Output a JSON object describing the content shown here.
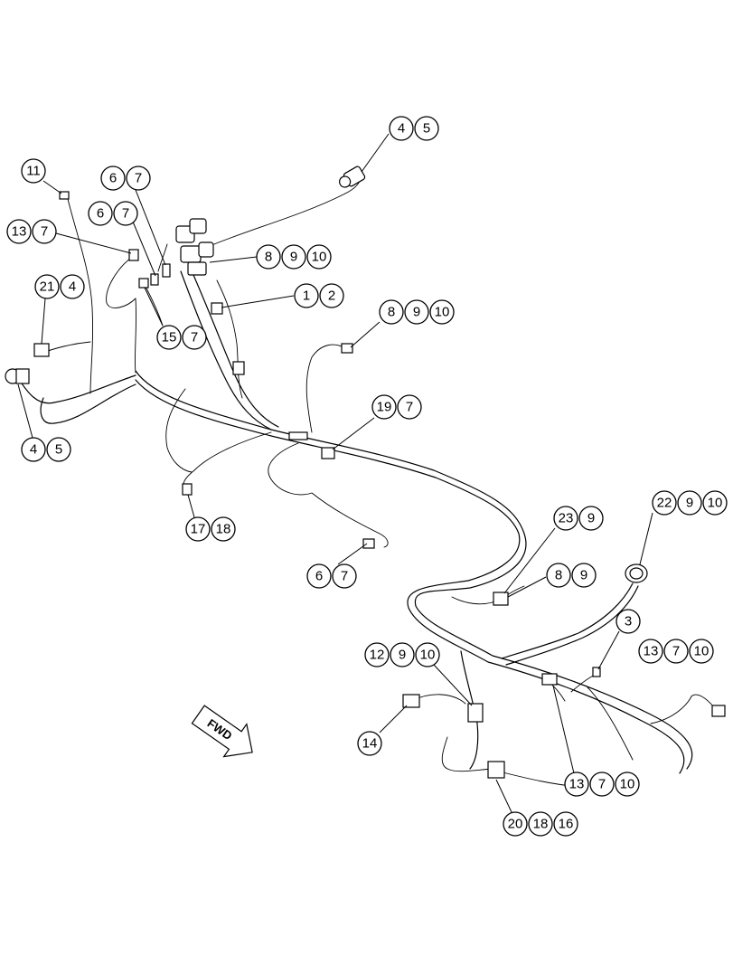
{
  "fwd_label": "FWD",
  "callouts": [
    [
      "4",
      "5"
    ],
    [
      "11"
    ],
    [
      "6",
      "7"
    ],
    [
      "6",
      "7"
    ],
    [
      "13",
      "7"
    ],
    [
      "8",
      "9",
      "10"
    ],
    [
      "1",
      "2"
    ],
    [
      "21",
      "4"
    ],
    [
      "15",
      "7"
    ],
    [
      "8",
      "9",
      "10"
    ],
    [
      "4",
      "5"
    ],
    [
      "19",
      "7"
    ],
    [
      "17",
      "18"
    ],
    [
      "6",
      "7"
    ],
    [
      "23",
      "9"
    ],
    [
      "22",
      "9",
      "10"
    ],
    [
      "8",
      "9"
    ],
    [
      "3"
    ],
    [
      "12",
      "9",
      "10"
    ],
    [
      "13",
      "7",
      "10"
    ],
    [
      "14"
    ],
    [
      "13",
      "7",
      "10"
    ],
    [
      "20",
      "18",
      "16"
    ]
  ]
}
